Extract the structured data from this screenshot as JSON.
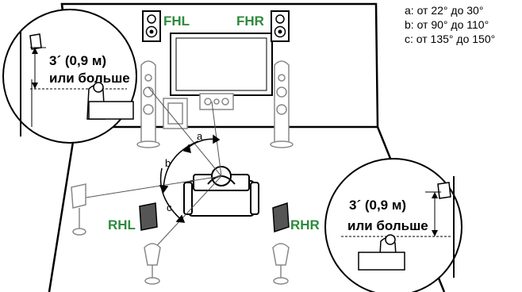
{
  "speakers": {
    "fhl": "FHL",
    "fhr": "FHR",
    "rhl": "RHL",
    "rhr": "RHR"
  },
  "legend": [
    "a: от 22° до 30°",
    "b: от 90° до 110°",
    "c: от 135° до 150°"
  ],
  "angles": {
    "a": "a",
    "b": "b",
    "c": "c"
  },
  "callout_left": {
    "height": "3´ (0,9 м)",
    "note": "или больше"
  },
  "callout_right": {
    "height": "3´ (0,9 м)",
    "note": "или больше"
  },
  "colors": {
    "label_green": "#2e8b3d",
    "speaker_dark": "#555555",
    "line": "#000000"
  }
}
